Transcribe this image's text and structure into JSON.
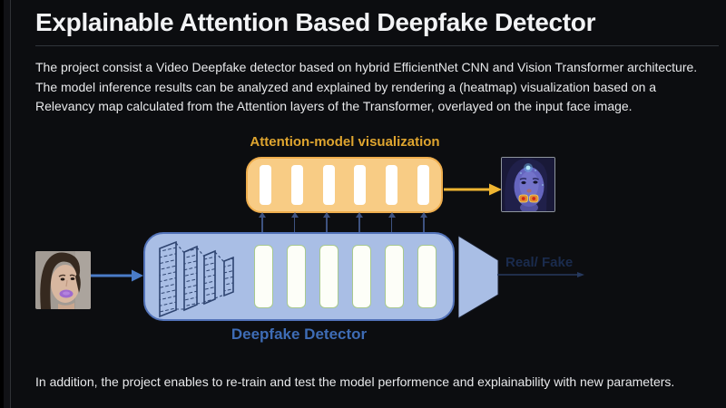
{
  "page": {
    "title": "Explainable Attention Based Deepfake Detector"
  },
  "intro": "The project consist a Video Deepfake detector based on hybrid EfficientNet CNN and Vision Transformer architecture.\nThe model inference results can be analyzed and explained by rendering a (heatmap) visualization based on a\nRelevancy map calculated from the Attention layers of the Transformer, overlayed on the input face image.",
  "footer_note": "In addition, the project enables to re-train and test the model performence and explainability with new parameters.",
  "diagram": {
    "attention_label": "Attention-model visualization",
    "detector_label": "Deepfake Detector",
    "output_label": "Real/ Fake",
    "attention_bars": 6,
    "detector_bars": 6,
    "connectors": 6,
    "images": {
      "input": "input-face-photo",
      "heatmap": "attention-heatmap-face"
    },
    "colors": {
      "attention_fill": "#F8CC85",
      "attention_border": "#EFAE4E",
      "attention_text": "#DFA52F",
      "arrow_yellow": "#EFB531",
      "detector_fill": "#A9BEE5",
      "detector_border": "#5272B8",
      "detector_text": "#3E6CB5",
      "bar_border_green": "#A8C98F",
      "connector": "#3E5280",
      "cnn_stroke": "#2E4470",
      "input_arrow": "#4A7CC8",
      "output_text": "#1A2B4D",
      "output_line": "#26395E"
    }
  }
}
